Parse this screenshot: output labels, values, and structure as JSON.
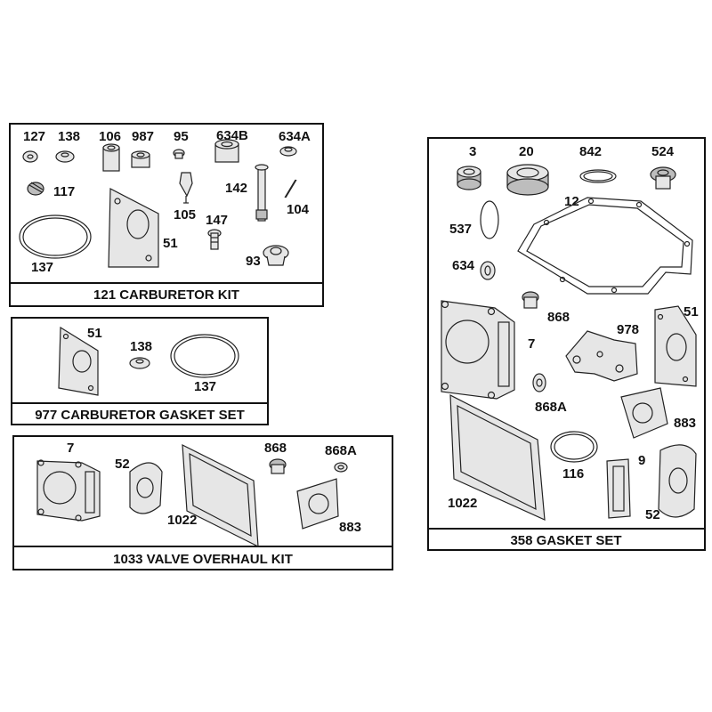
{
  "kits": {
    "carburetor_kit": "121 CARBURETOR KIT",
    "carburetor_gasket_set": "977 CARBURETOR GASKET SET",
    "valve_overhaul_kit": "1033 VALVE OVERHAUL KIT",
    "gasket_set": "358 GASKET SET"
  },
  "carb_kit_parts": [
    "127",
    "138",
    "106",
    "987",
    "95",
    "634B",
    "634A",
    "117",
    "142",
    "104",
    "105",
    "147",
    "51",
    "137",
    "93"
  ],
  "carb_gasket_parts": [
    "51",
    "138",
    "137"
  ],
  "valve_kit_parts": [
    "7",
    "52",
    "868",
    "868A",
    "1022",
    "883"
  ],
  "gasket_set_parts": [
    "3",
    "20",
    "842",
    "524",
    "12",
    "537",
    "634",
    "868",
    "51",
    "7",
    "978",
    "868A",
    "883",
    "1022",
    "116",
    "9",
    "52"
  ]
}
